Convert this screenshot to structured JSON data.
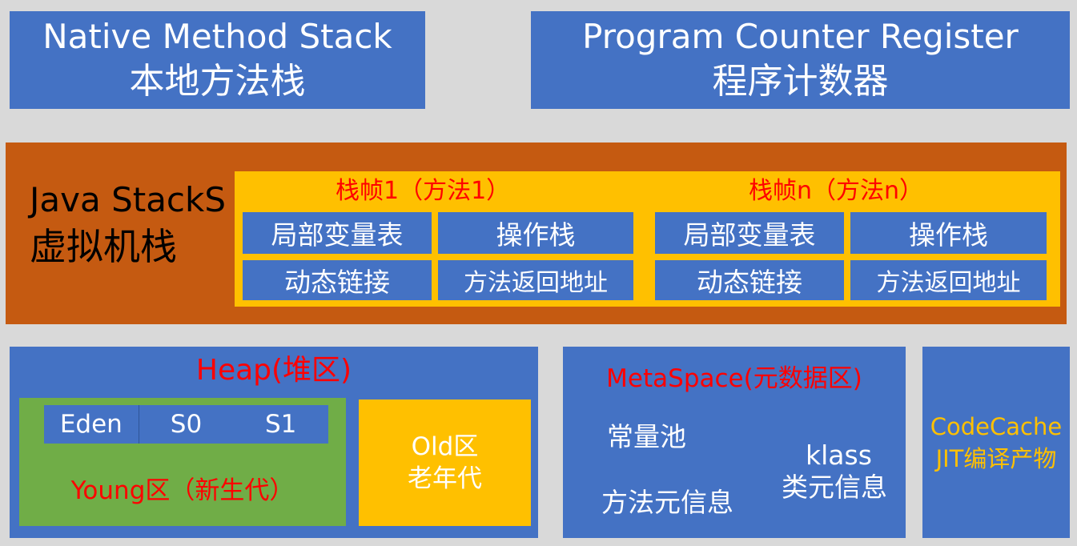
{
  "native_stack": {
    "en": "Native Method Stack",
    "cn": "本地方法栈"
  },
  "program_counter": {
    "en": "Program Counter Register",
    "cn": "程序计数器"
  },
  "java_stack": {
    "en": "Java StackS",
    "cn": "虚拟机栈",
    "frames": [
      {
        "title": "栈帧1（方法1）",
        "cells": [
          "局部变量表",
          "操作栈",
          "动态链接",
          "方法返回地址"
        ]
      },
      {
        "title": "栈帧n（方法n）",
        "cells": [
          "局部变量表",
          "操作栈",
          "动态链接",
          "方法返回地址"
        ]
      }
    ]
  },
  "heap": {
    "title": "Heap(堆区)",
    "survivors": [
      "Eden",
      "S0",
      "S1"
    ],
    "young": "Young区（新生代）",
    "old_line1": "Old区",
    "old_line2": "老年代"
  },
  "metaspace": {
    "title": "MetaSpace(元数据区)",
    "constant_pool": "常量池",
    "method_meta": "方法元信息",
    "klass": "klass",
    "class_meta": "类元信息"
  },
  "code_cache": {
    "line1": "CodeCache",
    "line2": "JIT编译产物"
  },
  "colors": {
    "background": "#d9d9d9",
    "blue": "#4472c4",
    "orange": "#c55a11",
    "gold": "#ffc000",
    "green": "#70ad47",
    "red_text": "#ff0000"
  }
}
